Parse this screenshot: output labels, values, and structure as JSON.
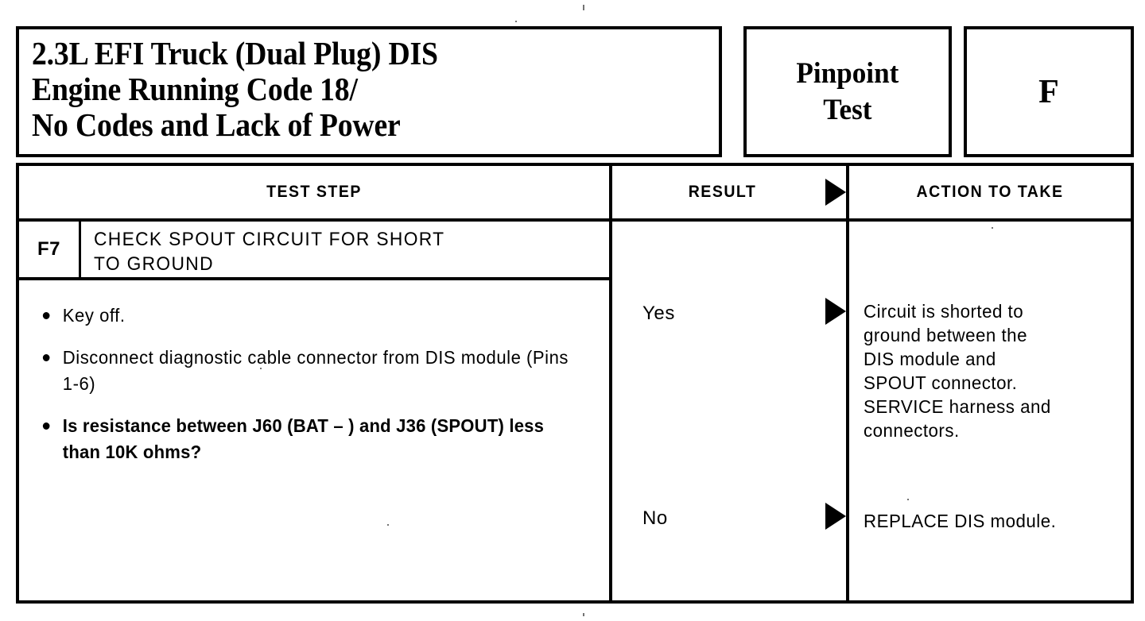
{
  "document": {
    "type": "pinpoint-test-chart",
    "ink_color": "#000000",
    "paper_color": "#ffffff"
  },
  "header": {
    "title": "2.3L EFI Truck (Dual Plug) DIS\nEngine Running Code 18/\nNo Codes and Lack of Power",
    "test_type_label": "Pinpoint\nTest",
    "test_letter": "F"
  },
  "columns": {
    "test_step": "TEST STEP",
    "result": "RESULT",
    "action_to_take": "ACTION TO TAKE",
    "result_arrow": "right-triangle"
  },
  "step": {
    "number": "F7",
    "title": "CHECK SPOUT CIRCUIT FOR SHORT\nTO GROUND",
    "instructions": [
      {
        "text": "Key off.",
        "bold": false
      },
      {
        "text": "Disconnect diagnostic cable connector from DIS module (Pins 1-6)",
        "bold": false
      },
      {
        "text": "Is resistance between J60 (BAT – ) and J36 (SPOUT) less than 10K ohms?",
        "bold": true
      }
    ]
  },
  "outcomes": [
    {
      "result": "Yes",
      "action": "Circuit is shorted to\nground between the\nDIS module and\nSPOUT connector.\nSERVICE harness and\nconnectors."
    },
    {
      "result": "No",
      "action": "REPLACE DIS module."
    }
  ]
}
